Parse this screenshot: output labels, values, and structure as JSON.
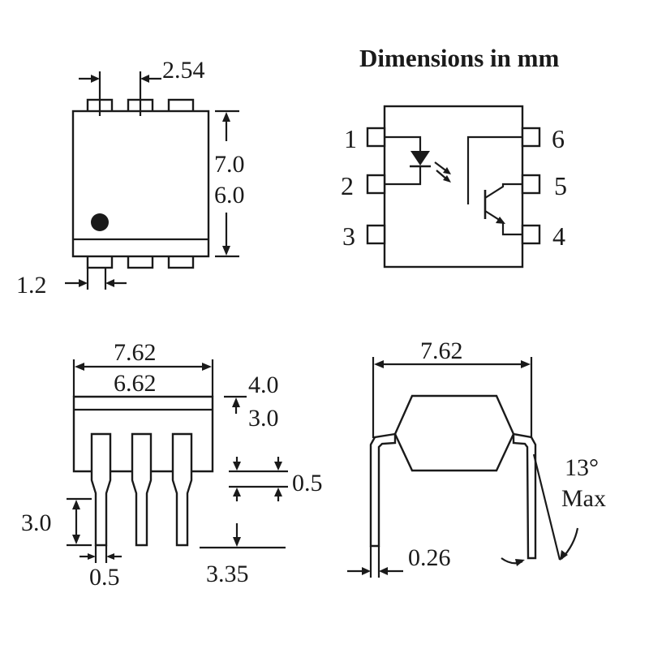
{
  "title": "Dimensions in mm",
  "top_view": {
    "pin_pitch": "2.54",
    "height_outer": "7.0",
    "height_inner": "6.0",
    "pin_width": "1.2"
  },
  "schematic": {
    "pins_left": [
      "1",
      "2",
      "3"
    ],
    "pins_right": [
      "6",
      "5",
      "4"
    ]
  },
  "side_view": {
    "width_outer": "7.62",
    "width_inner": "6.62",
    "body_height_max": "4.0",
    "body_height_min": "3.0",
    "standoff": "0.5",
    "lead_length": "3.0",
    "lead_width": "0.5",
    "seating": "3.35"
  },
  "end_view": {
    "width": "7.62",
    "angle": "13°",
    "angle_note": "Max",
    "lead_thickness": "0.26"
  }
}
